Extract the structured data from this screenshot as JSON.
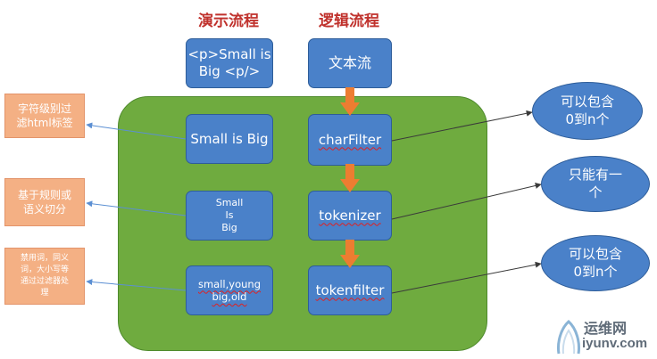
{
  "headings": {
    "demo": "演示流程",
    "logic": "逻辑流程"
  },
  "demo": {
    "input_line1": "<p>Small is",
    "input_line2": "Big <p/>",
    "stage1": "Small is Big",
    "stage2": [
      "Small",
      "Is",
      "Big"
    ],
    "stage3_line1": "small,young",
    "stage3_line2": "big,old"
  },
  "logic": {
    "input": "文本流",
    "stage1": "charFilter",
    "stage2": "tokenizer",
    "stage3": "tokenfilter"
  },
  "notes": {
    "n1": [
      "字符级别过",
      "滤html标签"
    ],
    "n2": [
      "基于规则或",
      "语义切分"
    ],
    "n3": [
      "禁用词，同义",
      "词，大小写等",
      "通过过滤器处",
      "理"
    ]
  },
  "counts": {
    "c1": [
      "可以包含",
      "0到n个"
    ],
    "c2": [
      "只能有一",
      "个"
    ],
    "c3": [
      "可以包含",
      "0到n个"
    ]
  },
  "colors": {
    "panel_green": "#6fab3f",
    "box_blue": "#4a81c9",
    "note_orange": "#f4b084",
    "arrow_orange": "#ed7d31",
    "heading_red": "#c0322d"
  },
  "watermark": {
    "name": "运维网",
    "site": "iyunv.com"
  }
}
